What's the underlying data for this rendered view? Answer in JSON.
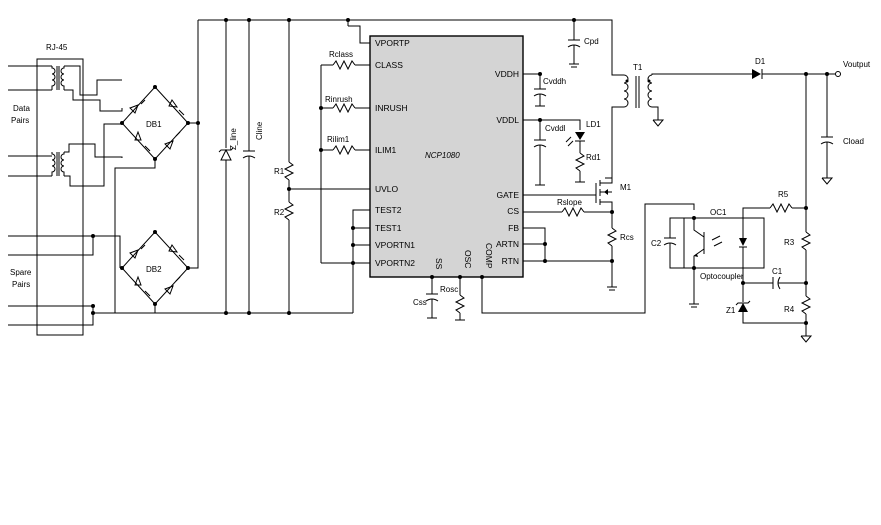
{
  "connector": {
    "name": "RJ-45",
    "data_pairs": [
      "Data",
      "Pairs"
    ],
    "spare_pairs": [
      "Spare",
      "Pairs"
    ]
  },
  "bridges": {
    "db1": "DB1",
    "db2": "DB2"
  },
  "input": {
    "zener": "Z_line",
    "cap": "Cline",
    "r1": "R1",
    "r2": "R2"
  },
  "ic": {
    "name": "NCP1080",
    "left_pins": [
      "VPORTP",
      "CLASS",
      "INRUSH",
      "ILIM1",
      "UVLO",
      "TEST2",
      "TEST1",
      "VPORTN1",
      "VPORTN2"
    ],
    "right_pins": [
      "VDDH",
      "VDDL",
      "GATE",
      "CS",
      "FB",
      "ARTN",
      "RTN"
    ],
    "bottom_pins": [
      "SS",
      "OSC",
      "COMP"
    ]
  },
  "components": {
    "rclass": "Rclass",
    "rinrush": "Rinrush",
    "rilim1": "Rilim1",
    "cpd": "Cpd",
    "cvddh": "Cvddh",
    "cvddl": "Cvddl",
    "ld1": "LD1",
    "rd1": "Rd1",
    "m1": "M1",
    "rslope": "Rslope",
    "rcs": "Rcs",
    "css": "Css",
    "rosc": "Rosc",
    "t1": "T1",
    "d1": "D1",
    "vout": "Voutput",
    "cload": "Cload",
    "oc1": "OC1",
    "optocoupler": "Optocoupler",
    "c2": "C2",
    "r5": "R5",
    "r3": "R3",
    "c1": "C1",
    "z1": "Z1",
    "r4": "R4"
  }
}
